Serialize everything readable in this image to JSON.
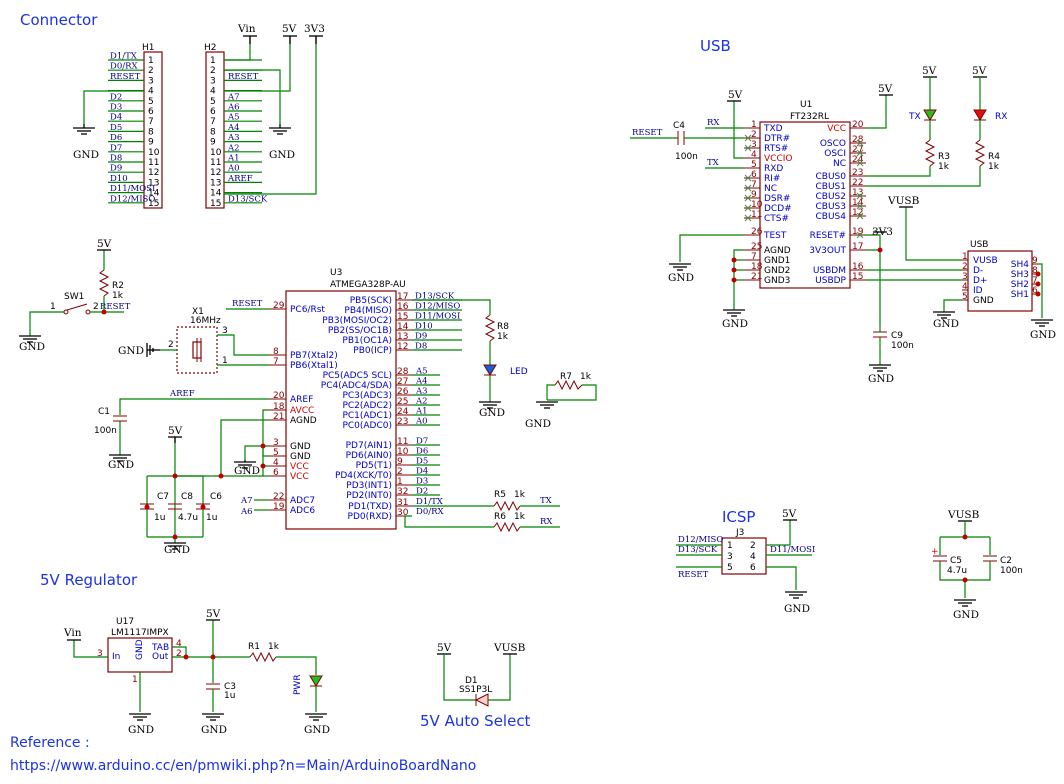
{
  "sections": {
    "connector": "Connector",
    "usb": "USB",
    "regulator": "5V Regulator",
    "icsp": "ICSP",
    "auto_select": "5V Auto Select"
  },
  "reference": {
    "label": "Reference :",
    "url": "https://www.arduino.cc/en/pmwiki.php?n=Main/ArduinoBoardNano"
  },
  "power": {
    "vin": "Vin",
    "v5": "5V",
    "v3v3": "3V3",
    "vusb": "VUSB",
    "gnd": "GND"
  },
  "h1": {
    "ref": "H1",
    "nets": [
      "D1/TX",
      "D0/RX",
      "RESET",
      "",
      "D2",
      "D3",
      "D4",
      "D5",
      "D6",
      "D7",
      "D8",
      "D9",
      "D10",
      "D11/MOSI",
      "D12/MISO"
    ]
  },
  "h2": {
    "ref": "H2",
    "nets": [
      "",
      "",
      "RESET",
      "",
      "A7",
      "A6",
      "A5",
      "A4",
      "A3",
      "A2",
      "A1",
      "A0",
      "AREF",
      "",
      "D13/SCK"
    ]
  },
  "u3": {
    "ref": "U3",
    "value": "ATMEGA328P-AU",
    "left_pins": [
      {
        "num": "29",
        "name": "PC6/Rst"
      },
      {
        "num": "8",
        "name": "PB7(Xtal2)"
      },
      {
        "num": "7",
        "name": "PB6(Xtal1)"
      },
      {
        "num": "20",
        "name": "AREF"
      },
      {
        "num": "18",
        "name": "AVCC"
      },
      {
        "num": "21",
        "name": "AGND"
      },
      {
        "num": "3",
        "name": "GND"
      },
      {
        "num": "5",
        "name": "GND"
      },
      {
        "num": "4",
        "name": "VCC"
      },
      {
        "num": "6",
        "name": "VCC"
      },
      {
        "num": "22",
        "name": "ADC7"
      },
      {
        "num": "19",
        "name": "ADC6"
      }
    ],
    "right_pins": [
      {
        "num": "17",
        "name": "PB5(SCK)",
        "net": "D13/SCK"
      },
      {
        "num": "16",
        "name": "PB4(MISO)",
        "net": "D12/MISO"
      },
      {
        "num": "15",
        "name": "PB3(MOSI/OC2)",
        "net": "D11/MOSI"
      },
      {
        "num": "14",
        "name": "PB2(SS/OC1B)",
        "net": "D10"
      },
      {
        "num": "13",
        "name": "PB1(OC1A)",
        "net": "D9"
      },
      {
        "num": "12",
        "name": "PB0(ICP)",
        "net": "D8"
      },
      {
        "num": "28",
        "name": "PC5(ADC5 SCL)",
        "net": "A5"
      },
      {
        "num": "27",
        "name": "PC4(ADC4/SDA)",
        "net": "A4"
      },
      {
        "num": "26",
        "name": "PC3(ADC3)",
        "net": "A3"
      },
      {
        "num": "25",
        "name": "PC2(ADC2)",
        "net": "A2"
      },
      {
        "num": "24",
        "name": "PC1(ADC1)",
        "net": "A1"
      },
      {
        "num": "23",
        "name": "PC0(ADC0)",
        "net": "A0"
      },
      {
        "num": "11",
        "name": "PD7(AIN1)",
        "net": "D7"
      },
      {
        "num": "10",
        "name": "PD6(AIN0)",
        "net": "D6"
      },
      {
        "num": "9",
        "name": "PD5(T1)",
        "net": "D5"
      },
      {
        "num": "2",
        "name": "PD4(XCK/T0)",
        "net": "D4"
      },
      {
        "num": "1",
        "name": "PD3(INT1)",
        "net": "D3"
      },
      {
        "num": "32",
        "name": "PD2(INT0)",
        "net": "D2"
      },
      {
        "num": "31",
        "name": "PD1(TXD)",
        "net": "D1/TX"
      },
      {
        "num": "30",
        "name": "PD0(RXD)",
        "net": "D0/RX"
      }
    ],
    "nets": {
      "reset": "RESET",
      "aref": "AREF",
      "a7": "A7",
      "a6": "A6"
    }
  },
  "u1": {
    "ref": "U1",
    "value": "FT232RL",
    "left_pins": [
      {
        "num": "1",
        "name": "TXD"
      },
      {
        "num": "2",
        "name": "DTR#"
      },
      {
        "num": "3",
        "name": "RTS#"
      },
      {
        "num": "4",
        "name": "VCCIO"
      },
      {
        "num": "5",
        "name": "RXD"
      },
      {
        "num": "6",
        "name": "RI#"
      },
      {
        "num": "7",
        "name": "NC"
      },
      {
        "num": "9",
        "name": "DSR#"
      },
      {
        "num": "10",
        "name": "DCD#"
      },
      {
        "num": "11",
        "name": "CTS#"
      },
      {
        "num": "26",
        "name": "TEST"
      },
      {
        "num": "25",
        "name": "AGND"
      },
      {
        "num": "7",
        "name": "GND1"
      },
      {
        "num": "18",
        "name": "GND2"
      },
      {
        "num": "21",
        "name": "GND3"
      }
    ],
    "right_pins": [
      {
        "num": "20",
        "name": "VCC"
      },
      {
        "num": "28",
        "name": "OSCO"
      },
      {
        "num": "27",
        "name": "OSCI"
      },
      {
        "num": "24",
        "name": "NC"
      },
      {
        "num": "23",
        "name": "CBUS0"
      },
      {
        "num": "22",
        "name": "CBUS1"
      },
      {
        "num": "13",
        "name": "CBUS2"
      },
      {
        "num": "14",
        "name": "CBUS3"
      },
      {
        "num": "12",
        "name": "CBUS4"
      },
      {
        "num": "19",
        "name": "RESET#"
      },
      {
        "num": "17",
        "name": "3V3OUT"
      },
      {
        "num": "16",
        "name": "USBDM"
      },
      {
        "num": "15",
        "name": "USBDP"
      }
    ],
    "nets": {
      "rx": "RX",
      "tx": "TX",
      "reset": "RESET"
    }
  },
  "usb_conn": {
    "ref": "USB",
    "left_pins": [
      {
        "num": "1",
        "name": "VUSB"
      },
      {
        "num": "2",
        "name": "D-"
      },
      {
        "num": "3",
        "name": "D+"
      },
      {
        "num": "4",
        "name": "ID"
      },
      {
        "num": "5",
        "name": "GND"
      }
    ],
    "right_pins": [
      {
        "num": "9",
        "name": "SH4"
      },
      {
        "num": "8",
        "name": "SH3"
      },
      {
        "num": "7",
        "name": "SH2"
      },
      {
        "num": "6",
        "name": "SH1"
      }
    ]
  },
  "j3": {
    "ref": "J3",
    "pins": [
      "1",
      "2",
      "3",
      "4",
      "5",
      "6"
    ],
    "nets": {
      "miso": "D12/MISO",
      "sck": "D13/SCK",
      "mosi": "D11/MOSI",
      "reset": "RESET"
    }
  },
  "parts": {
    "c4": {
      "ref": "C4",
      "value": "100n"
    },
    "c1": {
      "ref": "C1",
      "value": "100n"
    },
    "c7": {
      "ref": "C7",
      "value": "1u"
    },
    "c8": {
      "ref": "C8",
      "value": "4.7u"
    },
    "c6": {
      "ref": "C6",
      "value": "1u"
    },
    "c9": {
      "ref": "C9",
      "value": "100n"
    },
    "c5": {
      "ref": "C5",
      "value": "4.7u"
    },
    "c2": {
      "ref": "C2",
      "value": "100n"
    },
    "c3": {
      "ref": "C3",
      "value": "1u"
    },
    "r2": {
      "ref": "R2",
      "value": "1k"
    },
    "r3": {
      "ref": "R3",
      "value": "1k"
    },
    "r4": {
      "ref": "R4",
      "value": "1k"
    },
    "r5": {
      "ref": "R5",
      "value": "1k"
    },
    "r6": {
      "ref": "R6",
      "value": "1k"
    },
    "r7": {
      "ref": "R7",
      "value": "1k"
    },
    "r8": {
      "ref": "R8",
      "value": "1k"
    },
    "r1": {
      "ref": "R1",
      "value": "1k"
    },
    "x1": {
      "ref": "X1",
      "value": "16MHz"
    },
    "sw1": {
      "ref": "SW1",
      "pin1": "1",
      "pin2": "2",
      "net": "RESET"
    },
    "led_tx": {
      "label": "TX"
    },
    "led_rx": {
      "label": "RX"
    },
    "led": {
      "label": "LED"
    },
    "led_pwr": {
      "label": "PWR"
    },
    "u17": {
      "ref": "U17",
      "value": "LM1117IMPX",
      "in": "In",
      "out": "Out",
      "tab": "TAB",
      "gnd": "GND",
      "pin_in": "3",
      "pin_tab": "4",
      "pin_out": "2",
      "pin_gnd": "1"
    },
    "d1": {
      "ref": "D1",
      "value": "SS1P3L"
    },
    "u3_tx": "TX",
    "u3_rx": "RX"
  }
}
